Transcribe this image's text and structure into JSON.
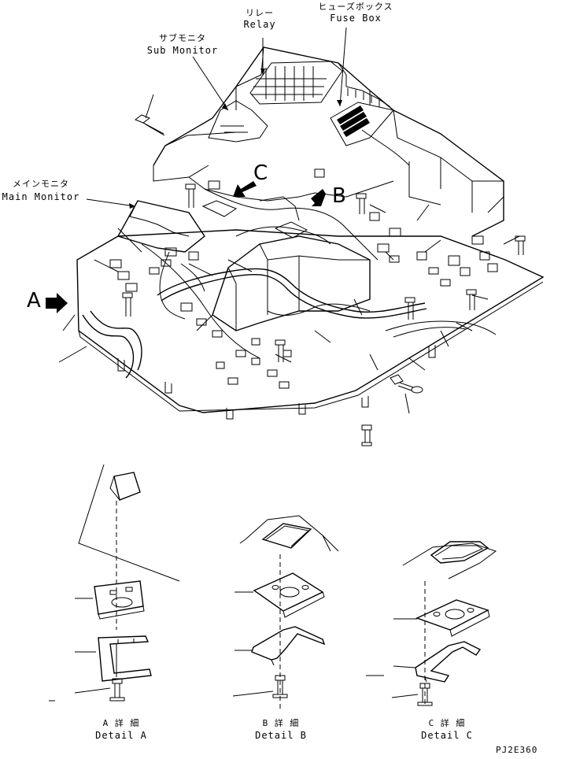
{
  "callouts": {
    "relay": {
      "jp": "リレー",
      "en": "Relay"
    },
    "fuse_box": {
      "jp": "ヒューズボックス",
      "en": "Fuse Box"
    },
    "sub_monitor": {
      "jp": "サブモニタ",
      "en": "Sub Monitor"
    },
    "main_monitor": {
      "jp": "メインモニタ",
      "en": "Main Monitor"
    }
  },
  "view_letters": {
    "a": "A",
    "b": "B",
    "c": "C"
  },
  "details": [
    {
      "jp": "A 詳 細",
      "en": "Detail A"
    },
    {
      "jp": "B 詳 細",
      "en": "Detail B"
    },
    {
      "jp": "C 詳 細",
      "en": "Detail C"
    }
  ],
  "drawing_code": "PJ2E360",
  "colors": {
    "line": "#000000",
    "background": "#ffffff"
  }
}
